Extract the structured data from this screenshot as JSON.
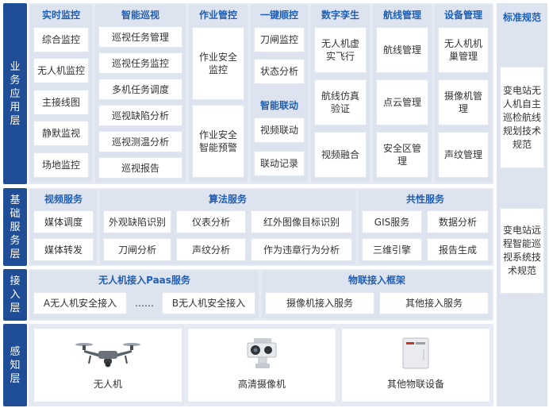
{
  "layers": {
    "business": "业务应用层",
    "basic": "基础服务层",
    "access": "接入层",
    "perception": "感知层"
  },
  "business": {
    "realtime": {
      "title": "实时监控",
      "items": [
        "综合监控",
        "无人机监控",
        "主接线图",
        "静默监视",
        "场地监控"
      ]
    },
    "patrol": {
      "title": "智能巡视",
      "items": [
        "巡视任务管理",
        "巡视任务监控",
        "多机任务调度",
        "巡视缺陷分析",
        "巡视测温分析",
        "巡视报告"
      ]
    },
    "work": {
      "title": "作业管控",
      "items": [
        "作业安全监控",
        "作业安全智能预警"
      ]
    },
    "onekey": {
      "title": "一键顺控",
      "items": [
        "刀闸监控",
        "状态分析"
      ]
    },
    "linkage": {
      "title": "智能联动",
      "items": [
        "视频联动",
        "联动记录"
      ]
    },
    "twin": {
      "title": "数字孪生",
      "items": [
        "无人机虚实飞行",
        "航线仿真验证",
        "视频融合"
      ]
    },
    "route": {
      "title": "航线管理",
      "items": [
        "航线管理",
        "点云管理",
        "安全区管理"
      ]
    },
    "device": {
      "title": "设备管理",
      "items": [
        "无人机机巢管理",
        "摄像机管理",
        "声纹管理"
      ]
    }
  },
  "basic": {
    "video": {
      "title": "视频服务",
      "items": [
        "媒体调度",
        "媒体转发"
      ]
    },
    "algorithm": {
      "title": "算法服务",
      "items": [
        "外观缺陷识别",
        "仪表分析",
        "红外图像目标识别",
        "刀闸分析",
        "声纹分析",
        "作为违章行为分析"
      ]
    },
    "common": {
      "title": "共性服务",
      "items": [
        "GIS服务",
        "数据分析",
        "三维引擎",
        "报告生成"
      ]
    }
  },
  "access": {
    "uav": {
      "title": "无人机接入Paas服务",
      "items": [
        "A无人机安全接入",
        "……",
        "B无人机安全接入"
      ]
    },
    "iot": {
      "title": "物联接入框架",
      "items": [
        "摄像机接入服务",
        "其他接入服务"
      ]
    }
  },
  "perception": {
    "items": [
      "无人机",
      "高清摄像机",
      "其他物联设备"
    ],
    "icons": [
      "drone-icon",
      "camera-icon",
      "iot-box-icon"
    ]
  },
  "standards": {
    "title": "标准规范",
    "items": [
      "变电站无人机自主巡检航线规划技术规范",
      "变电站远程智能巡视系统技术规范"
    ]
  },
  "colors": {
    "layer_bg": "#1f4e96",
    "heading": "#1f5fb5",
    "band_bg": "#e6ebf3",
    "column_bg": "#dde4ef",
    "cell_bg": "#ffffff"
  }
}
